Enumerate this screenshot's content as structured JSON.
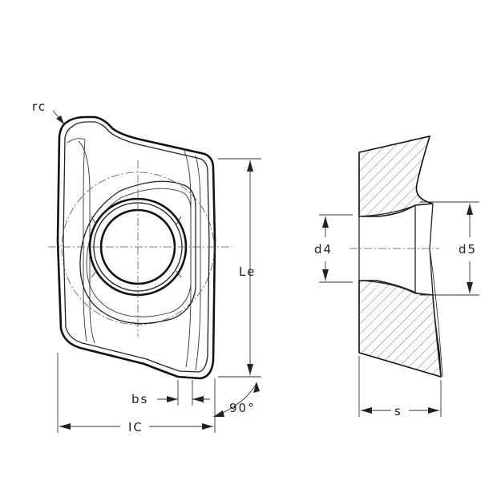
{
  "labels": {
    "rc": "rc",
    "le": "Le",
    "bs": "bs",
    "ic": "IC",
    "angle": "90°",
    "d4": "d4",
    "d5": "d5",
    "s": "s"
  },
  "colors": {
    "line": "#111111",
    "hatch": "#555555",
    "background": "#ffffff"
  }
}
